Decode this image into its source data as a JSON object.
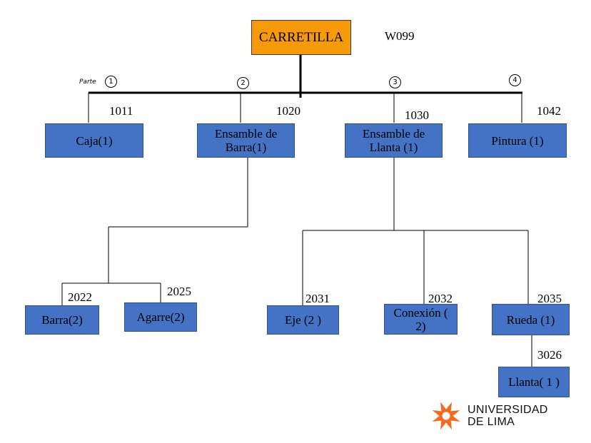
{
  "root": {
    "label": "CARRETILLA",
    "code": "W099"
  },
  "parte_label": "Parte",
  "level_numbers": [
    "1",
    "2",
    "3",
    "4"
  ],
  "level1": [
    {
      "code": "1011",
      "label": "Caja(1)"
    },
    {
      "code": "1020",
      "label": "Ensamble de Barra(1)"
    },
    {
      "code": "1030",
      "label": "Ensamble de Llanta (1)"
    },
    {
      "code": "1042",
      "label": "Pintura (1)"
    }
  ],
  "barra_children": [
    {
      "code": "2022",
      "label": "Barra(2)"
    },
    {
      "code": "2025",
      "label": "Agarre(2)"
    }
  ],
  "llanta_children": [
    {
      "code": "2031",
      "label": "Eje (2 )"
    },
    {
      "code": "2032",
      "label": "Conexión ( 2)"
    },
    {
      "code": "2035",
      "label": "Rueda (1)"
    }
  ],
  "rueda_child": {
    "code": "3026",
    "label": "Llanta( 1 )"
  },
  "logo": {
    "line1": "UNIVERSIDAD",
    "line2": "DE LIMA",
    "color": "#F26B21"
  },
  "colors": {
    "box_fill": "#4472C4",
    "root_fill": "#F79A09"
  }
}
